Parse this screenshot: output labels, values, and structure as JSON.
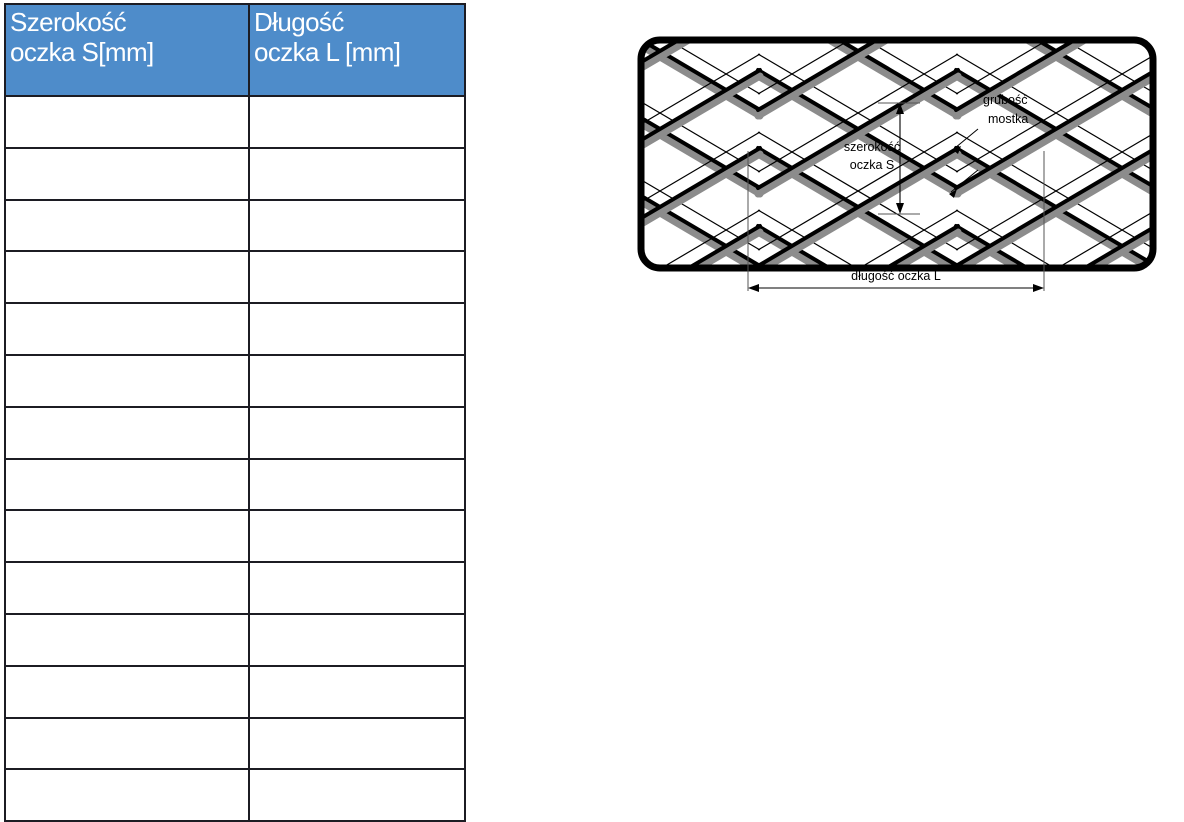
{
  "table": {
    "columns": [
      {
        "id": "width",
        "label": "Szerokość\noczka S[mm]"
      },
      {
        "id": "length",
        "label": "Długość\noczka L [mm]"
      }
    ],
    "header_bg": "#4e8cca",
    "header_text_color": "#ffffff",
    "border_color": "#1c1c23",
    "row_count": 14,
    "rows": [
      {
        "width": "",
        "length": ""
      },
      {
        "width": "",
        "length": ""
      },
      {
        "width": "",
        "length": ""
      },
      {
        "width": "",
        "length": ""
      },
      {
        "width": "",
        "length": ""
      },
      {
        "width": "",
        "length": ""
      },
      {
        "width": "",
        "length": ""
      },
      {
        "width": "",
        "length": ""
      },
      {
        "width": "",
        "length": ""
      },
      {
        "width": "",
        "length": ""
      },
      {
        "width": "",
        "length": ""
      },
      {
        "width": "",
        "length": ""
      },
      {
        "width": "",
        "length": ""
      },
      {
        "width": "",
        "length": ""
      }
    ]
  },
  "diagram": {
    "title": "expanded-metal-mesh",
    "labels": {
      "bridge_thickness_line1": "grubość",
      "bridge_thickness_line2": "mostka",
      "mesh_width_line1": "szerokość",
      "mesh_width_line2": "oczka S",
      "mesh_length": "długość oczka L"
    },
    "colors": {
      "frame": "#000000",
      "strand_dark": "#000000",
      "strand_shadow": "#8c8c8c",
      "sheet": "#ffffff",
      "dimension_line": "#000000"
    }
  }
}
